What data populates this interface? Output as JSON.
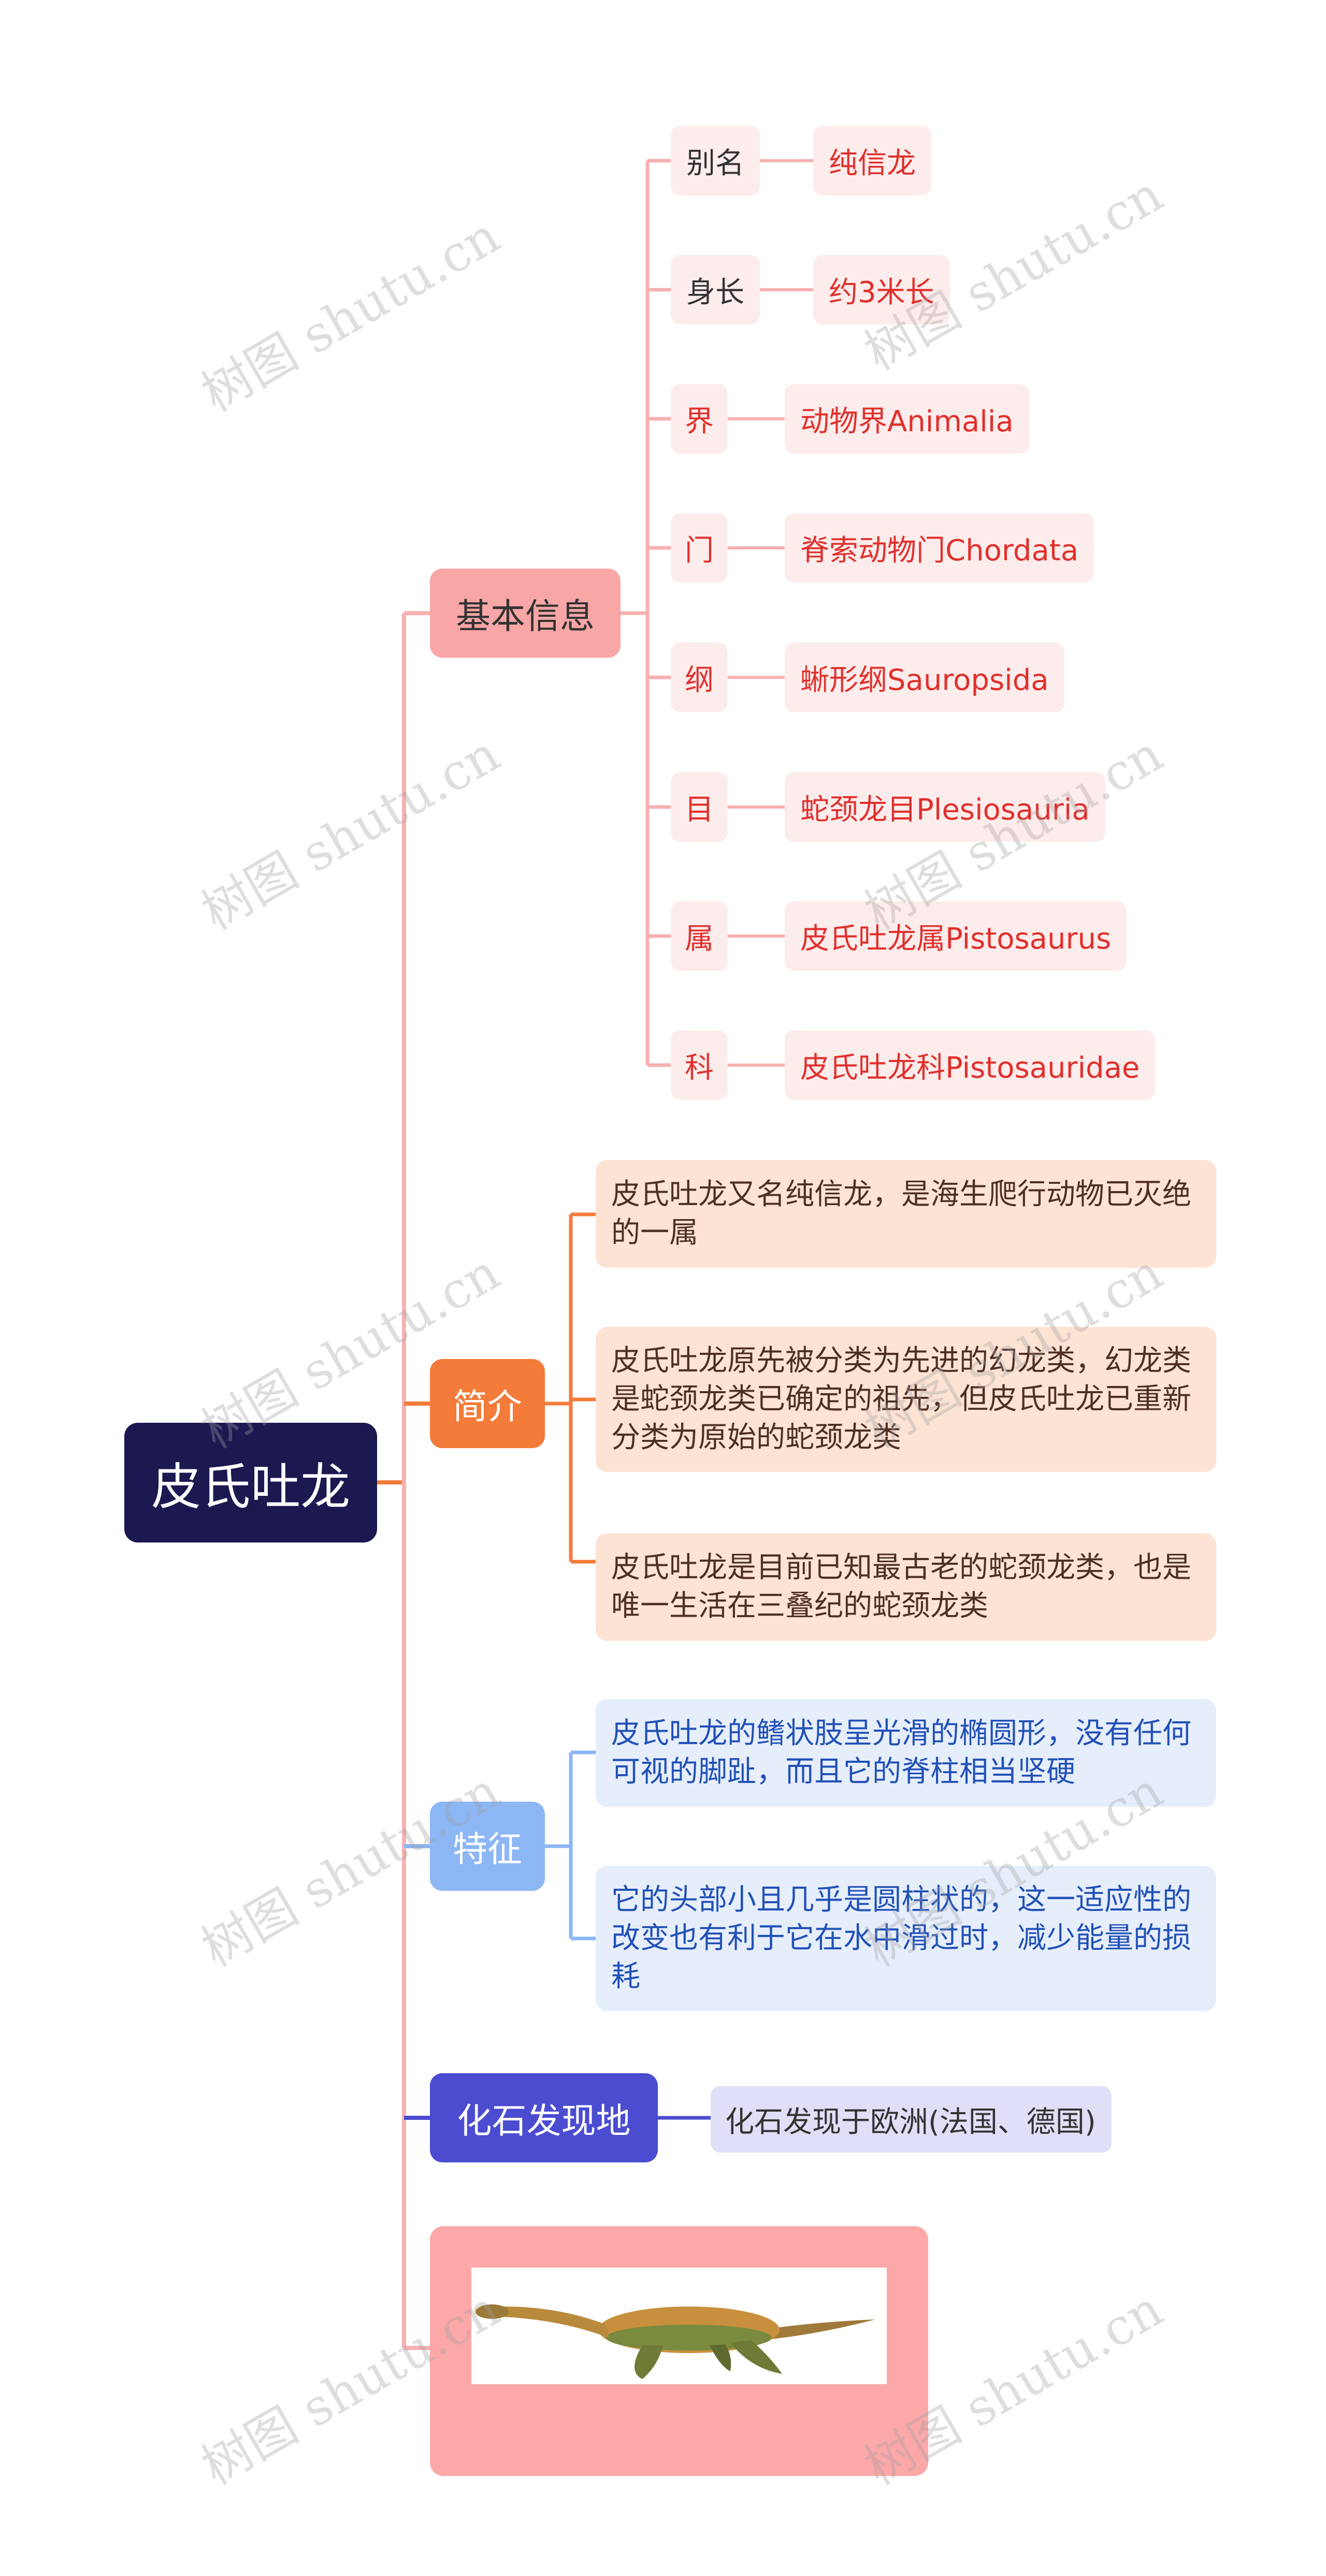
{
  "root": {
    "label": "皮氏吐龙"
  },
  "basic_info": {
    "label": "基本信息",
    "items": [
      {
        "key": "别名",
        "value": "纯信龙"
      },
      {
        "key": "身长",
        "value": "约3米长"
      },
      {
        "key": "界",
        "value": "动物界Animalia"
      },
      {
        "key": "门",
        "value": "脊索动物门Chordata"
      },
      {
        "key": "纲",
        "value": "蜥形纲Sauropsida"
      },
      {
        "key": "目",
        "value": "蛇颈龙目Plesiosauria"
      },
      {
        "key": "属",
        "value": "皮氏吐龙属Pistosaurus"
      },
      {
        "key": "科",
        "value": "皮氏吐龙科Pistosauridae"
      }
    ]
  },
  "intro": {
    "label": "简介",
    "items": [
      "皮氏吐龙又名纯信龙，是海生爬行动物已灭绝的一属",
      "皮氏吐龙原先被分类为先进的幻龙类，幻龙类是蛇颈龙类已确定的祖先，但皮氏吐龙已重新分类为原始的蛇颈龙类",
      "皮氏吐龙是目前已知最古老的蛇颈龙类，也是唯一生活在三叠纪的蛇颈龙类"
    ]
  },
  "features": {
    "label": "特征",
    "items": [
      "皮氏吐龙的鳍状肢呈光滑的椭圆形，没有任何可视的脚趾，而且它的脊柱相当坚硬",
      "它的头部小且几乎是圆柱状的，这一适应性的改变也有利于它在水中滑过时，减少能量的损耗"
    ]
  },
  "fossil": {
    "label": "化石发现地",
    "item": "化石发现于欧洲(法国、德国)"
  },
  "watermark": {
    "text": "树图 shutu.cn"
  },
  "colors": {
    "root": "#1b1950",
    "basic_info": "#f8a6a6",
    "intro": "#f47b3a",
    "features": "#8db6f5",
    "fossil": "#4b4cd0",
    "value_text": "#e0302c"
  }
}
